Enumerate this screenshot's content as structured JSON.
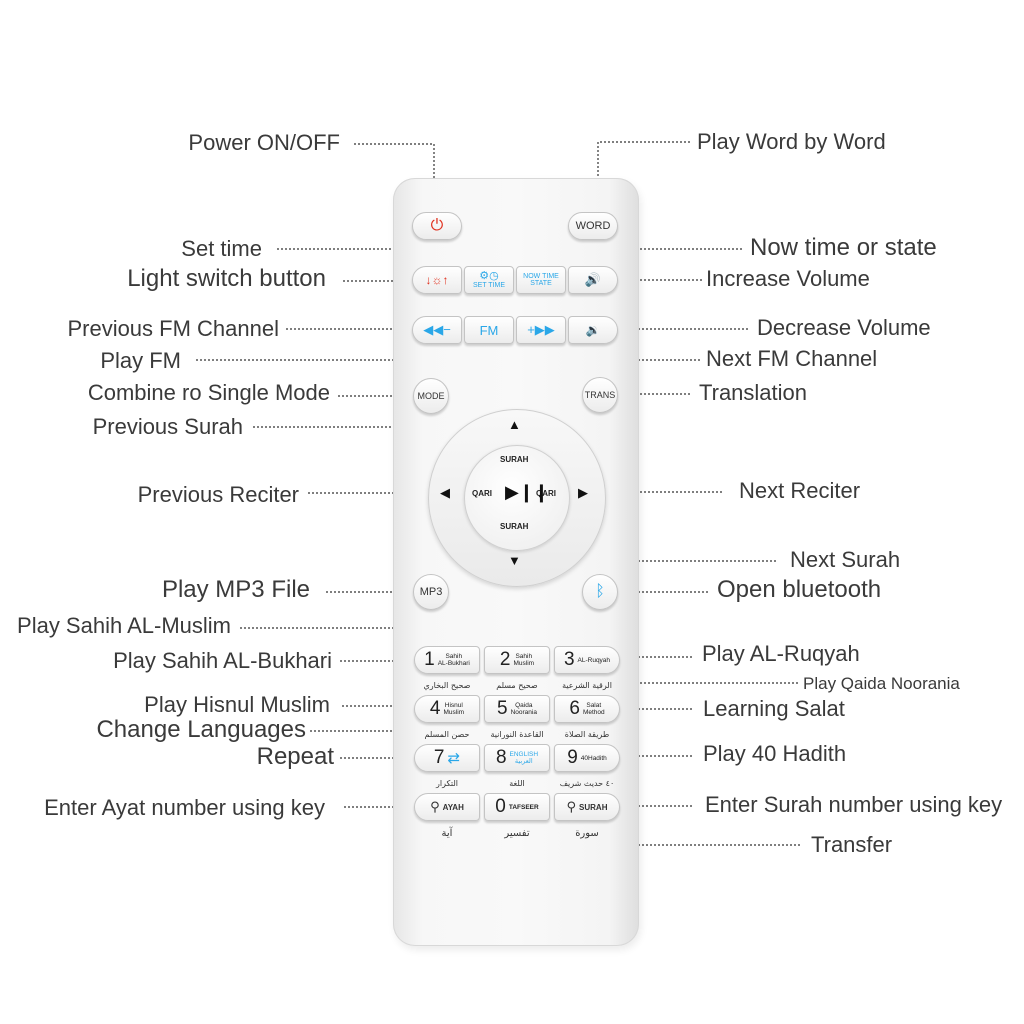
{
  "callouts": {
    "power": "Power ON/OFF",
    "word_by_word": "Play Word by Word",
    "set_time": "Set time",
    "now_time": "Now time or state",
    "light_switch": "Light switch button",
    "increase_volume": "Increase Volume",
    "prev_fm": "Previous FM Channel",
    "decrease_volume": "Decrease Volume",
    "play_fm": "Play FM",
    "next_fm": "Next FM Channel",
    "mode": "Combine ro Single Mode",
    "translation": "Translation",
    "prev_surah": "Previous Surah",
    "prev_reciter": "Previous Reciter",
    "next_reciter": "Next Reciter",
    "next_surah": "Next Surah",
    "mp3": "Play MP3 File",
    "bluetooth": "Open bluetooth",
    "sahih_muslim": "Play Sahih AL-Muslim",
    "sahih_bukhari": "Play Sahih AL-Bukhari",
    "ruqyah": "Play AL-Ruqyah",
    "qaida": "Play Qaida Noorania",
    "hisnul": "Play Hisnul Muslim",
    "learning_salat": "Learning Salat",
    "languages": "Change Languages",
    "repeat": "Repeat",
    "hadith40": "Play 40 Hadith",
    "ayat": "Enter Ayat number using key",
    "surah_number": "Enter Surah number using key",
    "transfer": "Transfer"
  },
  "remote": {
    "word": "WORD",
    "set_time": "SET TIME",
    "now_time_line1": "NOW TIME",
    "now_time_line2": "STATE",
    "fm": "FM",
    "mode": "MODE",
    "trans": "TRANS",
    "surah_top": "SURAH",
    "surah_bottom": "SURAH",
    "qari_left": "QARI",
    "qari_right": "QARI",
    "mp3": "MP3",
    "keys": {
      "k1": {
        "num": "1",
        "l1": "Sahih",
        "l2": "AL-Bukhari",
        "ar": "صحيح البخاري"
      },
      "k2": {
        "num": "2",
        "l1": "Sahih",
        "l2": "Muslim",
        "ar": "صحيح مسلم"
      },
      "k3": {
        "num": "3",
        "l1": "AL-Ruqyah",
        "l2": "",
        "ar": "الرقية الشرعية"
      },
      "k4": {
        "num": "4",
        "l1": "Hisnul",
        "l2": "Muslim",
        "ar": "حصن المسلم"
      },
      "k5": {
        "num": "5",
        "l1": "Qaida",
        "l2": "Noorania",
        "ar": "القاعدة النورانية"
      },
      "k6": {
        "num": "6",
        "l1": "Salat",
        "l2": "Method",
        "ar": "طريقة الصلاة"
      },
      "k7": {
        "num": "7",
        "ar": "التكرار"
      },
      "k8": {
        "num": "8",
        "l1": "ENGLISH",
        "l2": "العربية",
        "ar": "اللغة"
      },
      "k9": {
        "num": "9",
        "l1": "40Hadith",
        "ar": "٤٠ حديث شريف"
      },
      "ayah": {
        "label": "AYAH",
        "ar": "آية"
      },
      "k0": {
        "num": "0",
        "l1": "TAFSEER",
        "ar": "تفسير"
      },
      "surah": {
        "label": "SURAH",
        "ar": "سورة"
      }
    }
  },
  "colors": {
    "accent_blue": "#2aa7e8",
    "power_red": "#e0301e",
    "leader": "#333333"
  },
  "icons": [
    "power-icon",
    "light-bulb-icon",
    "clock-icon",
    "speaker-up-icon",
    "rewind-icon",
    "forward-icon",
    "speaker-down-icon",
    "play-pause-icon",
    "bluetooth-icon",
    "repeat-icon",
    "search-icon"
  ]
}
